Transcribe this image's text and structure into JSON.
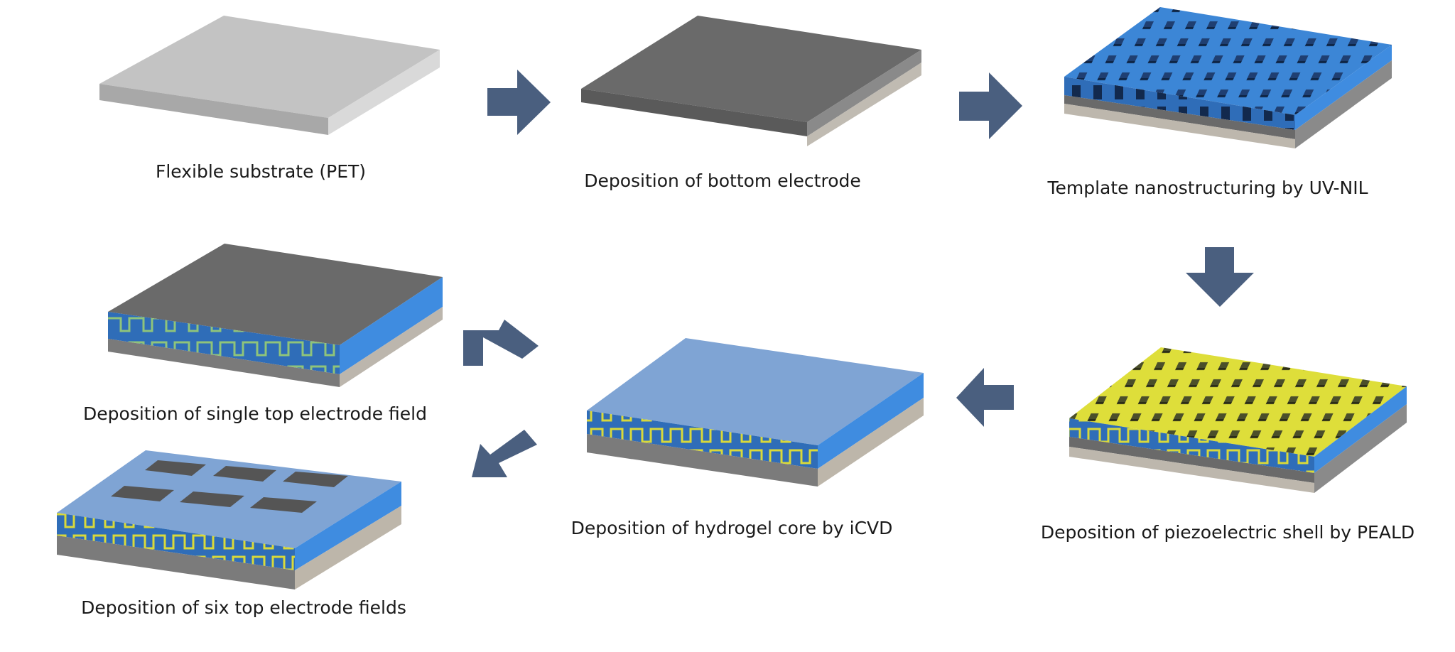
{
  "steps": {
    "substrate": {
      "label": "Flexible substrate (PET)"
    },
    "bottom_electrode": {
      "label": "Deposition of bottom electrode"
    },
    "template": {
      "label": "Template nanostructuring by UV-NIL"
    },
    "piezo_shell": {
      "label": "Deposition of piezoelectric shell by PEALD"
    },
    "hydrogel_core": {
      "label": "Deposition of hydrogel core by iCVD"
    },
    "single_top": {
      "label": "Deposition of single top electrode field"
    },
    "six_top": {
      "label": "Deposition of six top electrode fields"
    }
  },
  "colors": {
    "arrow": "#4a5f7f",
    "substrate_top": "#c3c3c3",
    "electrode_top": "#6a6a6a",
    "template_blue": "#3c86d6",
    "piezo_yellow": "#e1e13a",
    "hydrogel_top": "#7fa4d4"
  }
}
